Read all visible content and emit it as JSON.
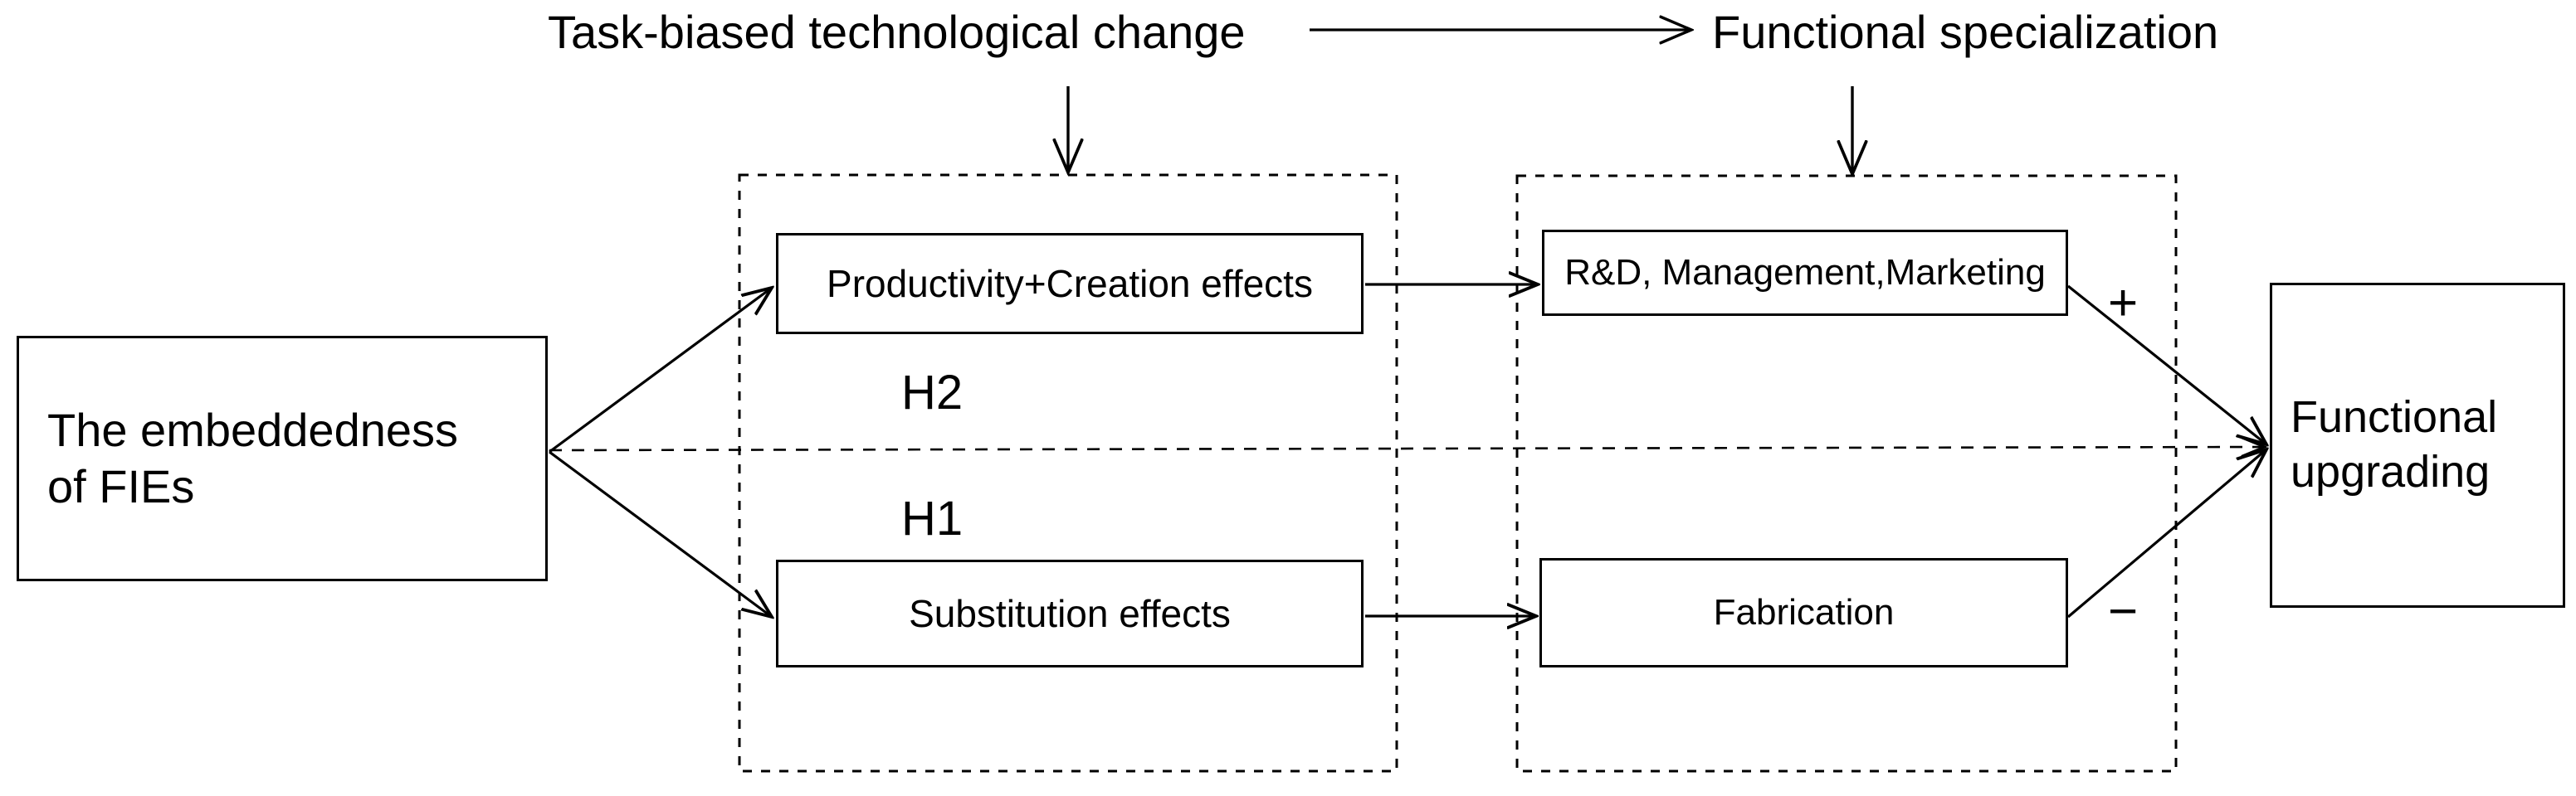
{
  "diagram": {
    "title_left": "Task-biased technological change",
    "title_right": "Functional specialization",
    "nodes": {
      "embeddedness": "The embeddedness\nof FIEs",
      "productivity": "Productivity+Creation effects",
      "substitution": "Substitution effects",
      "rnd": "R&D, Management,Marketing",
      "fabrication": "Fabrication",
      "upgrading": "Functional\nupgrading"
    },
    "hypotheses": {
      "h2": "H2",
      "h1": "H1"
    },
    "signs": {
      "plus": "+",
      "minus": "−"
    },
    "colors": {
      "stroke": "#000000",
      "background": "#ffffff",
      "text": "#000000"
    },
    "connectors": {
      "title_link": "arrow-right",
      "to_productivity": "arrow-down",
      "to_rnd": "arrow-down",
      "embeddedness_to_productivity": "arrow-up-right",
      "embeddedness_to_substitution": "arrow-down-right",
      "productivity_to_rnd": "arrow-right",
      "substitution_to_fabrication": "arrow-right",
      "rnd_to_upgrading": "arrow-down-right-positive",
      "fabrication_to_upgrading": "arrow-up-right-negative",
      "embeddedness_to_upgrading": "dashed-arrow-right"
    },
    "groups": {
      "left_dashed_box": "task-effects-group",
      "right_dashed_box": "functional-specialization-group"
    }
  }
}
